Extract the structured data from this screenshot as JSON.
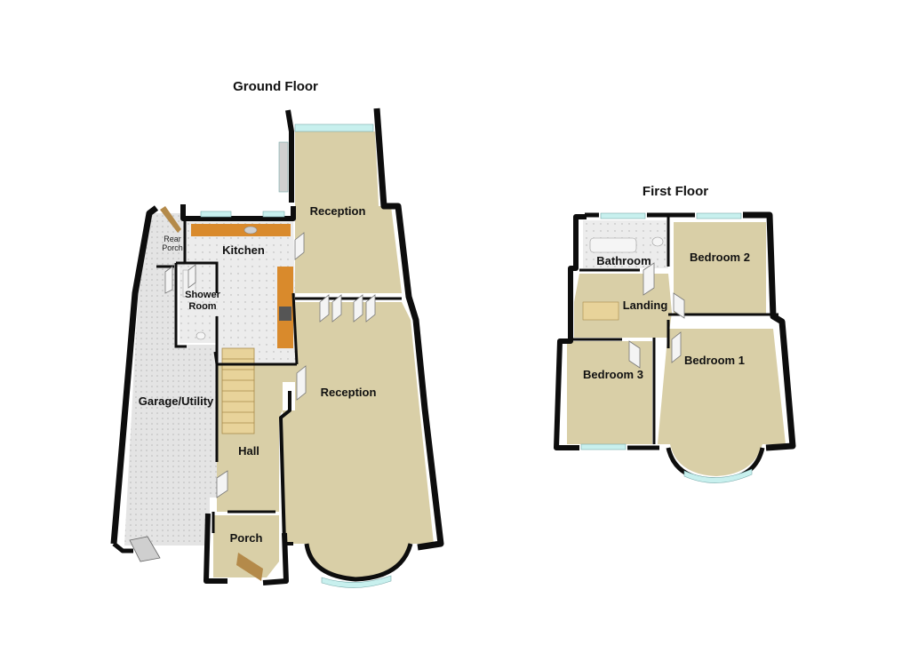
{
  "colors": {
    "carpet": "#d9cfa7",
    "tile": "#e6e6e6",
    "wall": "#0d0d0d",
    "inner_wall": "#ffffff",
    "counter": "#d98a2c",
    "window": "#c8f0ee",
    "door": "#b48a4a"
  },
  "ground_floor": {
    "title": "Ground Floor",
    "rooms": {
      "reception_rear": "Reception",
      "kitchen": "Kitchen",
      "rear_porch_line1": "Rear",
      "rear_porch_line2": "Porch",
      "shower_line1": "Shower",
      "shower_line2": "Room",
      "reception_front": "Reception",
      "garage": "Garage/Utility",
      "hall": "Hall",
      "porch": "Porch"
    }
  },
  "first_floor": {
    "title": "First Floor",
    "rooms": {
      "bathroom": "Bathroom",
      "bedroom2": "Bedroom 2",
      "landing": "Landing",
      "bedroom3": "Bedroom 3",
      "bedroom1": "Bedroom 1"
    }
  }
}
